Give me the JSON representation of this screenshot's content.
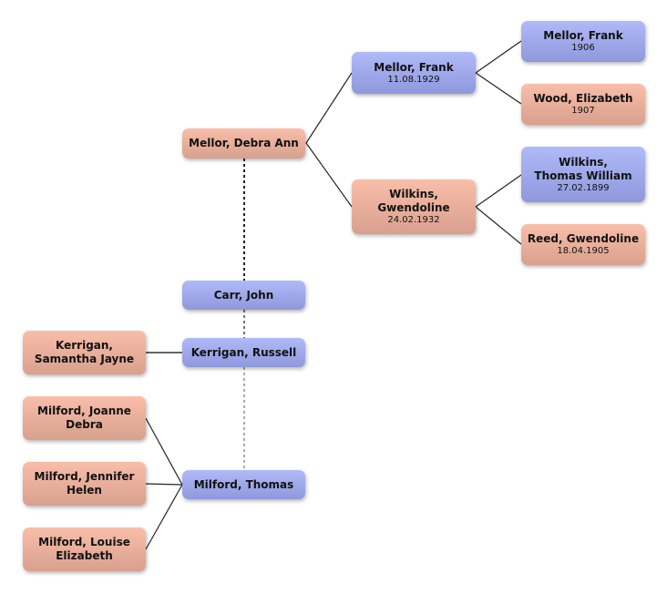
{
  "colors": {
    "female": "#f2b5a0",
    "male": "#a2acf0"
  },
  "nodes": {
    "debra": {
      "name": "Mellor, Debra Ann",
      "date": ""
    },
    "frank_1929": {
      "name": "Mellor, Frank",
      "date": "11.08.1929"
    },
    "gwendoline_wilkins": {
      "name": "Wilkins, Gwendoline",
      "date": "24.02.1932"
    },
    "frank_1906": {
      "name": "Mellor, Frank",
      "date": "1906"
    },
    "elizabeth_wood": {
      "name": "Wood, Elizabeth",
      "date": "1907"
    },
    "thomas_wilkins": {
      "name": "Wilkins, Thomas William",
      "date": "27.02.1899"
    },
    "gwendoline_reed": {
      "name": "Reed, Gwendoline",
      "date": "18.04.1905"
    },
    "john_carr": {
      "name": "Carr, John",
      "date": ""
    },
    "russell_kerrigan": {
      "name": "Kerrigan, Russell",
      "date": ""
    },
    "samantha_kerrigan": {
      "name": "Kerrigan, Samantha Jayne",
      "date": ""
    },
    "thomas_milford": {
      "name": "Milford, Thomas",
      "date": ""
    },
    "joanne_milford": {
      "name": "Milford, Joanne Debra",
      "date": ""
    },
    "jennifer_milford": {
      "name": "Milford, Jennifer Helen",
      "date": ""
    },
    "louise_milford": {
      "name": "Milford, Louise Elizabeth",
      "date": ""
    }
  }
}
